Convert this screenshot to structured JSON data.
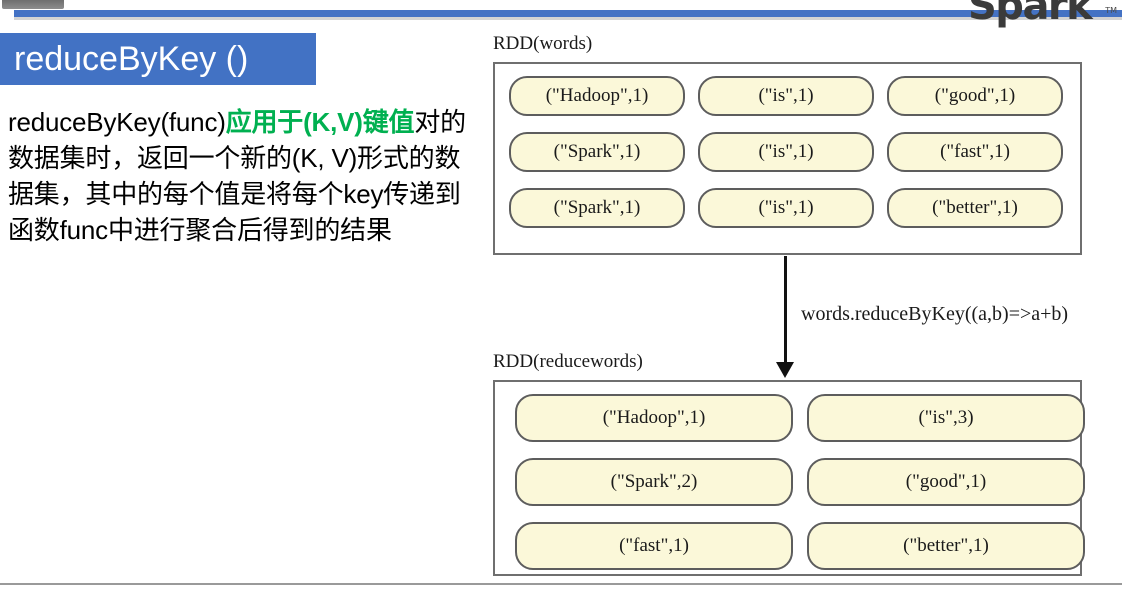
{
  "slide": {
    "title": "reduceByKey ()",
    "title_bg": "#4272c4",
    "title_color": "#ffffff",
    "highlight_color": "#00b050",
    "pill_fill": "#fbf8d9",
    "pill_border": "#5d5d5d"
  },
  "logo": {
    "word": "Spark",
    "tm": "TM",
    "swoosh_color": "#e8703a",
    "word_color": "#3b3b3b"
  },
  "body": {
    "part1": "reduceByKey(func)",
    "highlight": "应用于(K,V)键值",
    "part2": "对的数据集时，返回一个新的(K, V)形式的数据集，其中的每个值是将每个key传递到函数func中进行聚合后得到的结果"
  },
  "diagram": {
    "source": {
      "label": "RDD(words)",
      "columns": 3,
      "items": [
        "(\"Hadoop\",1)",
        "(\"is\",1)",
        "(\"good\",1)",
        "(\"Spark\",1)",
        "(\"is\",1)",
        "(\"fast\",1)",
        "(\"Spark\",1)",
        "(\"is\",1)",
        "(\"better\",1)"
      ]
    },
    "transform": {
      "caption": "words.reduceByKey((a,b)=>a+b)"
    },
    "result": {
      "label": "RDD(reducewords)",
      "columns": 2,
      "items": [
        "(\"Hadoop\",1)",
        "(\"is\",3)",
        "(\"Spark\",2)",
        "(\"good\",1)",
        "(\"fast\",1)",
        "(\"better\",1)"
      ]
    }
  }
}
